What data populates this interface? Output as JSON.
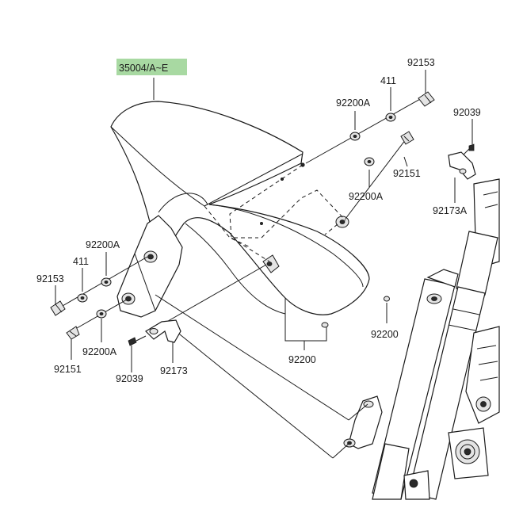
{
  "colors": {
    "ink": "#1a1a1a",
    "highlight": "#a8d9a2",
    "background": "#ffffff",
    "shade": "#e4e4e4"
  },
  "labels": {
    "fender": "35004/A~E",
    "bolt_tr": "92153",
    "washer_411_tr": "411",
    "washer_a_tr": "92200A",
    "clip_tr": "92039",
    "bolt_mid_r": "92151",
    "washer_a_mid_r": "92200A",
    "bracket_r": "92173A",
    "washer_a_left": "92200A",
    "washer_411_left": "411",
    "bolt_left": "92153",
    "bolt_left_lower": "92151",
    "washer_a_left_lower": "92200A",
    "clip_left": "92039",
    "bracket_left": "92173",
    "nut_center": "92200",
    "nut_right": "92200"
  }
}
